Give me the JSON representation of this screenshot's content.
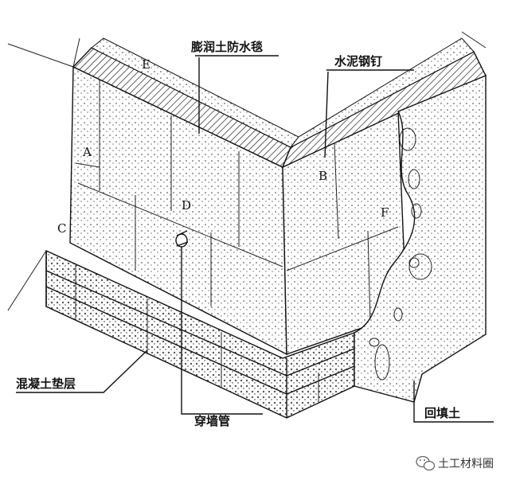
{
  "labels": {
    "bentonite_blanket": "膨润土防水毯",
    "cement_nail": "水泥钢钉",
    "concrete_cushion": "混凝土垫层",
    "wall_pipe": "穿墙管",
    "backfill": "回填土"
  },
  "points": {
    "a": "A",
    "b": "B",
    "c": "C",
    "d": "D",
    "e": "E",
    "f": "F"
  },
  "watermark": {
    "text": "土工材料圈"
  }
}
